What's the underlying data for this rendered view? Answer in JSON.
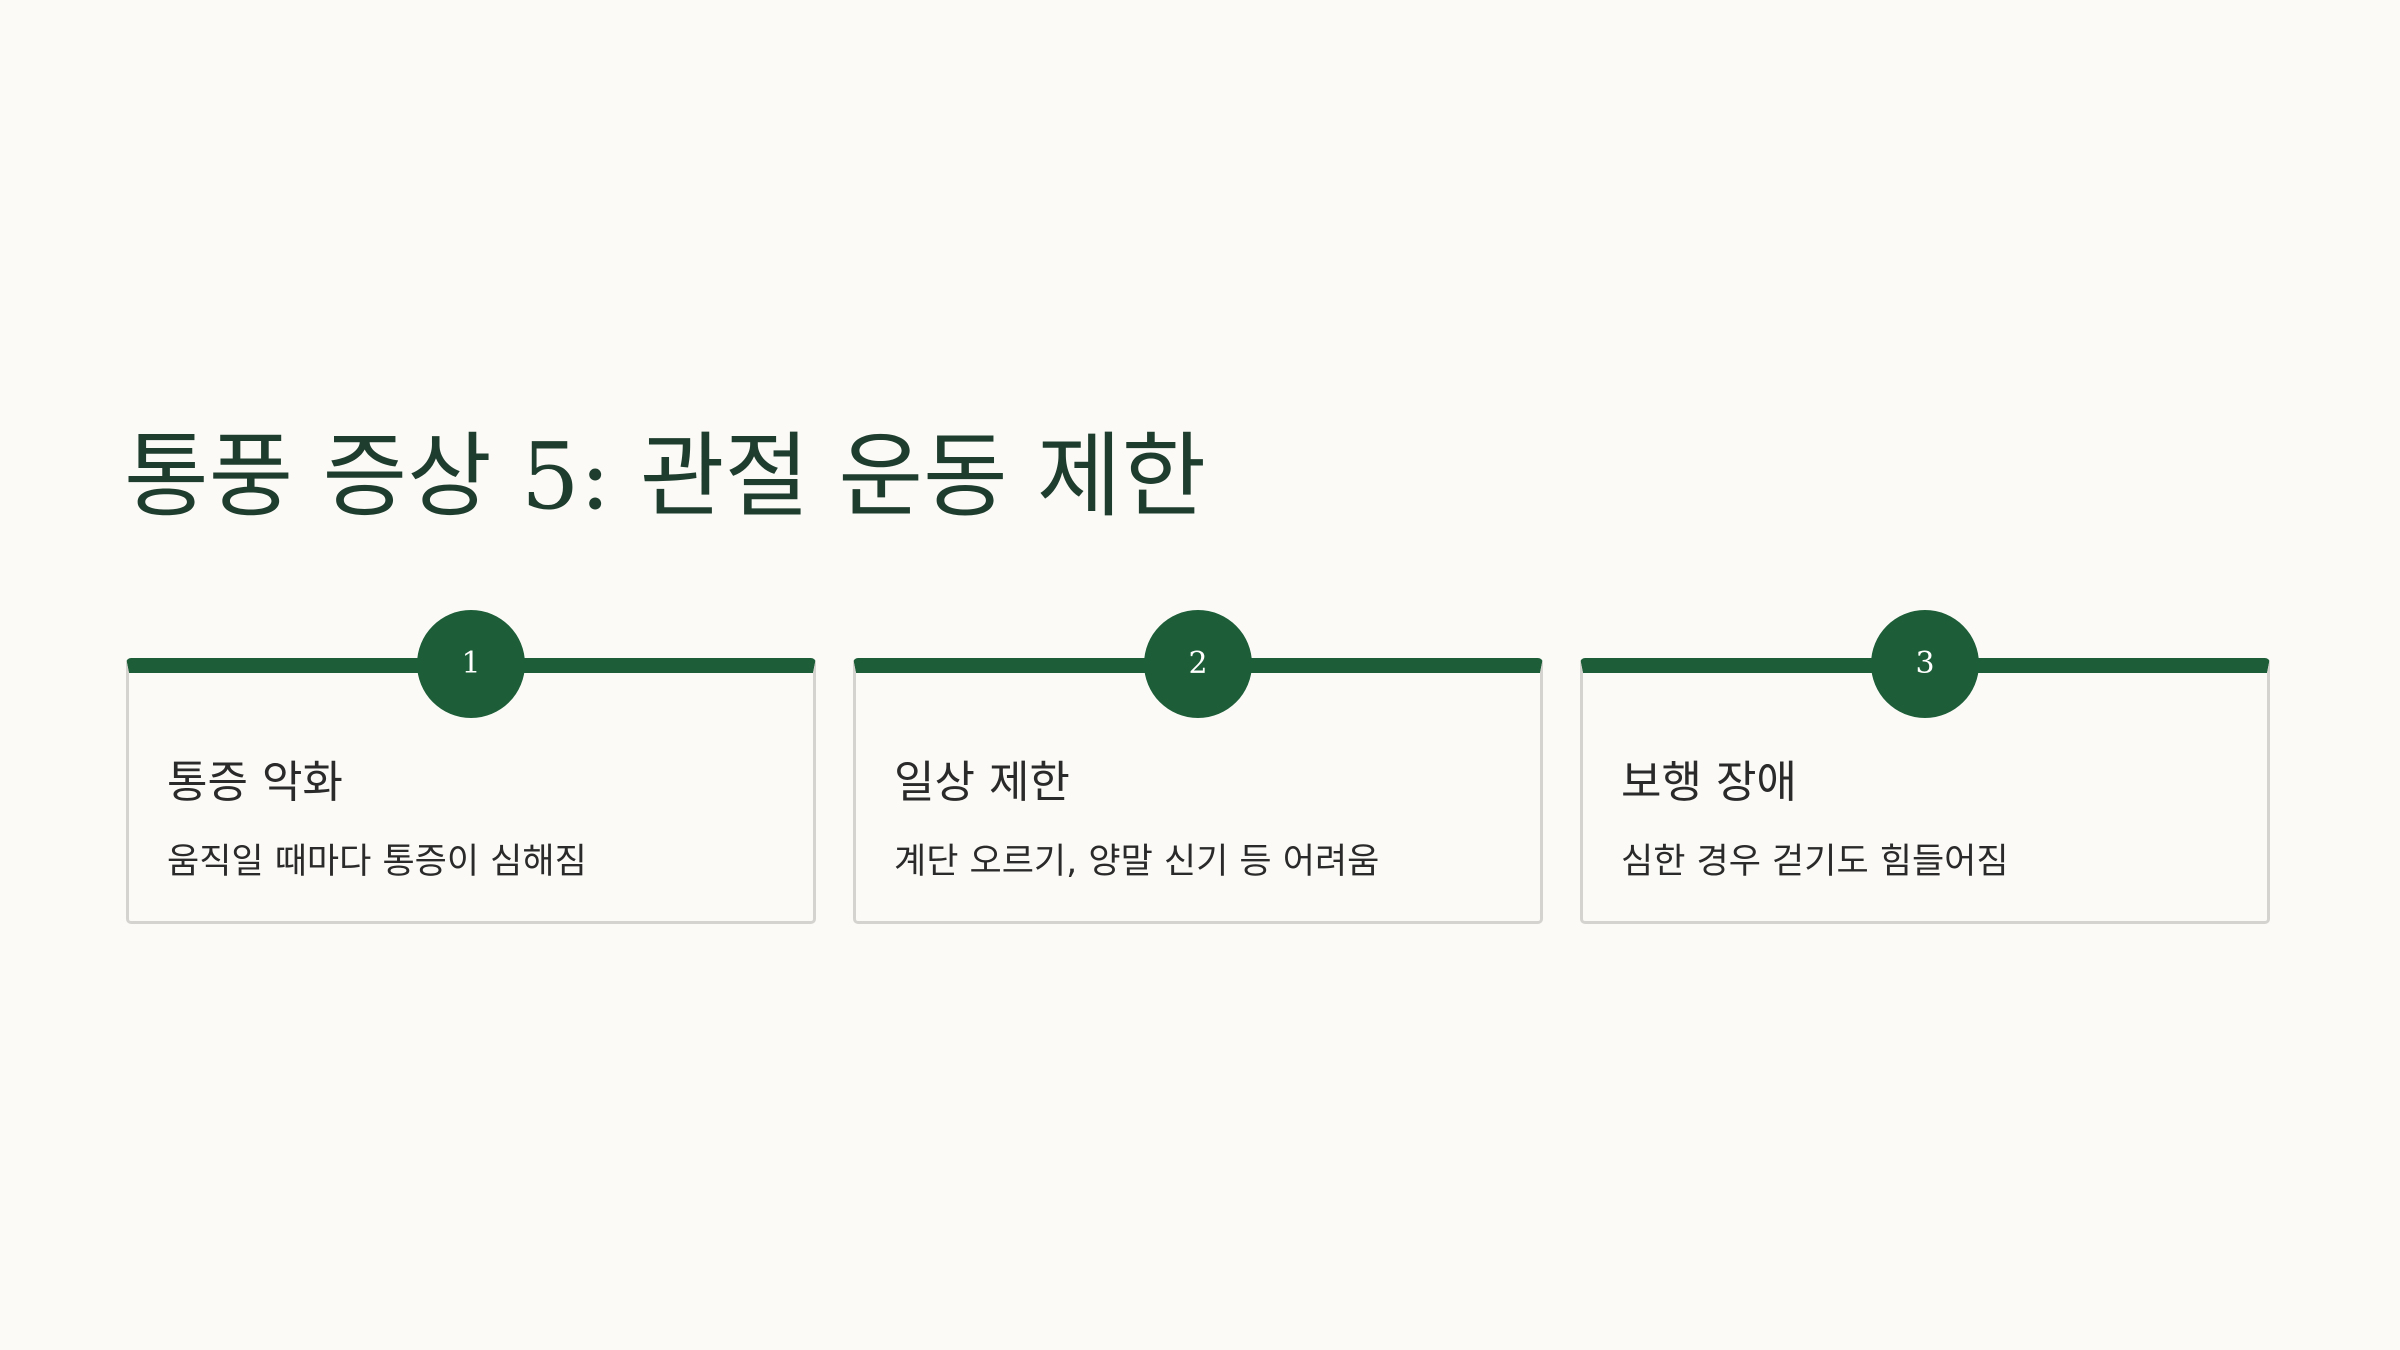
{
  "slide": {
    "title": "통풍 증상 5: 관절 운동 제한"
  },
  "cards": [
    {
      "number": "1",
      "title": "통증 악화",
      "description": "움직일 때마다 통증이 심해짐"
    },
    {
      "number": "2",
      "title": "일상 제한",
      "description": "계단 오르기, 양말 신기 등 어려움"
    },
    {
      "number": "3",
      "title": "보행 장애",
      "description": "심한 경우 걷기도 힘들어짐"
    }
  ],
  "colors": {
    "background": "#fbfaf7",
    "accent": "#1d5e38",
    "title_text": "#1f3d2e",
    "body_text": "#2a2a2a",
    "card_border": "#d5d3cf"
  }
}
